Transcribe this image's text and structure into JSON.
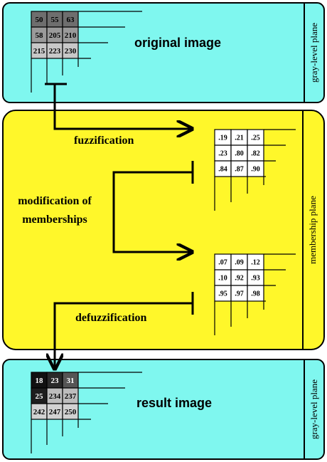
{
  "colors": {
    "cyan_panel": "#7ff7ef",
    "yellow_panel": "#fff72a",
    "stroke": "#000000"
  },
  "top_panel": {
    "title": "original image",
    "side_label": "gray-level plane",
    "grid": [
      [
        {
          "v": "50",
          "fill": "#6e6e6e",
          "text": "#000000"
        },
        {
          "v": "55",
          "fill": "#6e6e6e",
          "text": "#000000"
        },
        {
          "v": "63",
          "fill": "#6e6e6e",
          "text": "#000000"
        }
      ],
      [
        {
          "v": "58",
          "fill": "#9a9a9a",
          "text": "#000000"
        },
        {
          "v": "205",
          "fill": "#9a9a9a",
          "text": "#000000"
        },
        {
          "v": "210",
          "fill": "#9a9a9a",
          "text": "#000000"
        }
      ],
      [
        {
          "v": "215",
          "fill": "#c8c8c8",
          "text": "#000000"
        },
        {
          "v": "223",
          "fill": "#c8c8c8",
          "text": "#000000"
        },
        {
          "v": "230",
          "fill": "#c8c8c8",
          "text": "#000000"
        }
      ]
    ]
  },
  "middle_panel": {
    "side_label": "membership plane",
    "fuzzification": "fuzzification",
    "modification_line1": "modification of",
    "modification_line2": "memberships",
    "defuzzification": "defuzzification",
    "grid_a": [
      [
        ".19",
        ".21",
        ".25"
      ],
      [
        ".23",
        ".80",
        ".82"
      ],
      [
        ".84",
        ".87",
        ".90"
      ]
    ],
    "grid_b": [
      [
        ".07",
        ".09",
        ".12"
      ],
      [
        ".10",
        ".92",
        ".93"
      ],
      [
        ".95",
        ".97",
        ".98"
      ]
    ]
  },
  "bottom_panel": {
    "title": "result image",
    "side_label": "gray-level plane",
    "grid": [
      [
        {
          "v": "18",
          "fill": "#111111",
          "text": "#ffffff"
        },
        {
          "v": "23",
          "fill": "#2a2a2a",
          "text": "#ffffff"
        },
        {
          "v": "31",
          "fill": "#555555",
          "text": "#ffffff"
        }
      ],
      [
        {
          "v": "25",
          "fill": "#1e1e1e",
          "text": "#ffffff"
        },
        {
          "v": "234",
          "fill": "#bdbdbd",
          "text": "#000000"
        },
        {
          "v": "237",
          "fill": "#bdbdbd",
          "text": "#000000"
        }
      ],
      [
        {
          "v": "242",
          "fill": "#d2d2d2",
          "text": "#000000"
        },
        {
          "v": "247",
          "fill": "#d2d2d2",
          "text": "#000000"
        },
        {
          "v": "250",
          "fill": "#d2d2d2",
          "text": "#000000"
        }
      ]
    ]
  }
}
